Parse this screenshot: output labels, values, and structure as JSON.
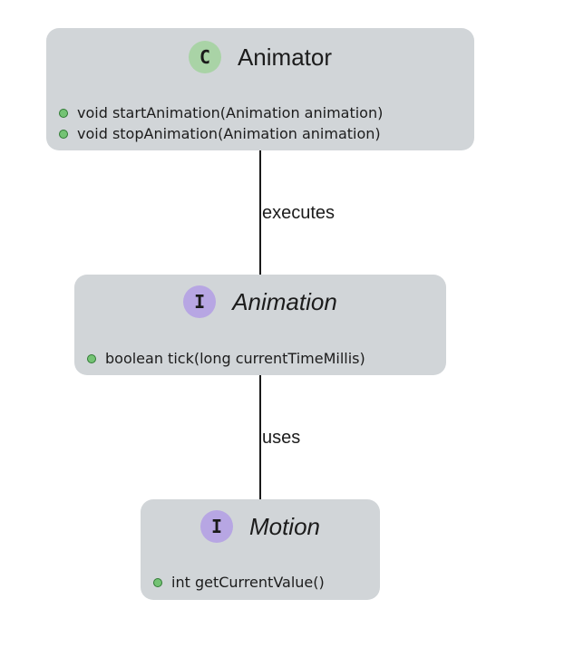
{
  "classes": [
    {
      "name": "Animator",
      "stereotype_letter": "C",
      "kind": "class",
      "members": [
        "void startAnimation(Animation animation)",
        "void stopAnimation(Animation animation)"
      ]
    },
    {
      "name": "Animation",
      "stereotype_letter": "I",
      "kind": "interface",
      "members": [
        "boolean tick(long currentTimeMillis)"
      ]
    },
    {
      "name": "Motion",
      "stereotype_letter": "I",
      "kind": "interface",
      "members": [
        "int getCurrentValue()"
      ]
    }
  ],
  "relations": [
    {
      "from": "Animator",
      "to": "Animation",
      "label": "executes"
    },
    {
      "from": "Animation",
      "to": "Motion",
      "label": "uses"
    }
  ],
  "colors": {
    "box_fill": "#d1d5d8",
    "class_badge": "#a9d3a6",
    "interface_badge": "#b7a6e3",
    "member_dot": "#74c374"
  }
}
